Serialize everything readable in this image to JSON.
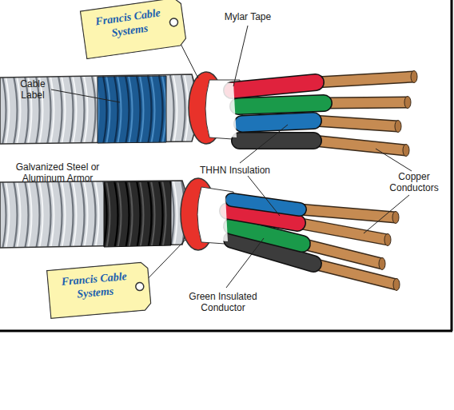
{
  "diagram": {
    "nodes": [
      {
        "text": [
          "Francis Cable Systems"
        ]
      },
      {
        "text": [
          "Francis Cable Systems"
        ]
      }
    ],
    "labels": [
      "Mylar Tape",
      "Cable Label",
      "Galvanized Steel or Aluminum Armor",
      "THHN Insulation",
      "Copper Conductors",
      "Green Insulated Conductor"
    ]
  }
}
